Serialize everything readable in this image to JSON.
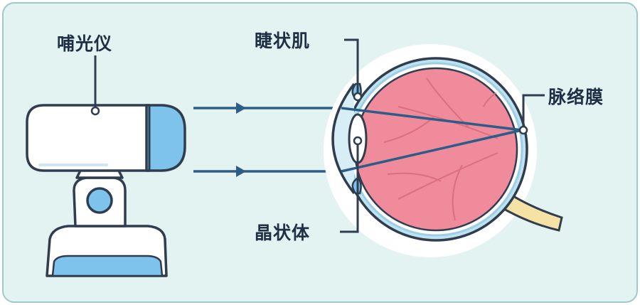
{
  "labels": {
    "device": "哺光仪",
    "ciliary": "睫状肌",
    "choroid": "脉络膜",
    "lens": "晶状体"
  },
  "colors": {
    "background": "#e3f3f1",
    "frame": "#9fc8cb",
    "outline": "#2f3d4f",
    "device_blue": "#7ec3ec",
    "eye_red": "#ef8b9a",
    "ray_blue": "#2c5d88",
    "nerve_yellow": "#f7e2a6"
  }
}
